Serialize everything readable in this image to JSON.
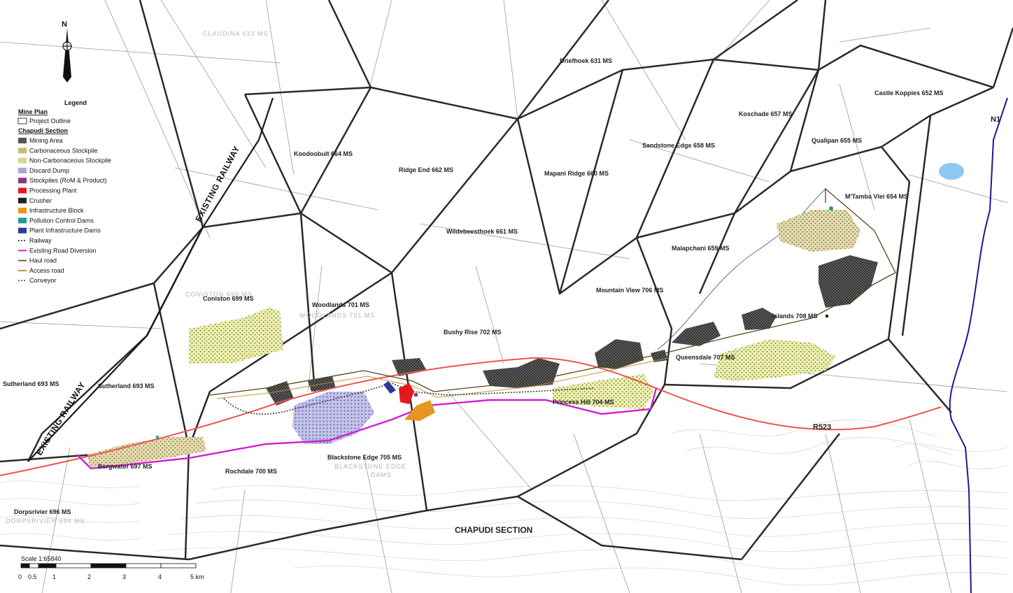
{
  "legend": {
    "title": "Legend",
    "mine_plan_header": "Mine Plan",
    "project_outline": "Project Outline",
    "section_header": "Chapudi Section",
    "items": [
      {
        "label": "Mining Area",
        "color": "#555555"
      },
      {
        "label": "Carbonaceous Stockpile",
        "color": "#c8b87a"
      },
      {
        "label": "Non-Carbonaceous Stockpile",
        "color": "#d8d890"
      },
      {
        "label": "Discard Dump",
        "color": "#a8a8d8"
      },
      {
        "label": "Stockpiles (RoM & Product)",
        "color": "#8b3a8b"
      },
      {
        "label": "Processing Plant",
        "color": "#e31a1c"
      },
      {
        "label": "Crusher",
        "color": "#222222"
      },
      {
        "label": "Infrastructure Block",
        "color": "#e6961e"
      },
      {
        "label": "Pollution Control Dams",
        "color": "#1a9a9a"
      },
      {
        "label": "Plant Infrastructure Dams",
        "color": "#2b3a9c"
      }
    ],
    "lines": [
      {
        "label": "Railway"
      },
      {
        "label": "Existing Road Diversion",
        "color": "#d020d0"
      },
      {
        "label": "Haul road",
        "color": "#4a4a20"
      },
      {
        "label": "Access road",
        "color": "#c09030"
      },
      {
        "label": "Conveyor"
      }
    ]
  },
  "north_arrow": {
    "letter": "N"
  },
  "labels": {
    "railway_upper": "EXISTING RAILWAY",
    "railway_lower": "EXISTING RAILWAY",
    "road_r523": "R523",
    "road_n1": "N1",
    "section_title": "CHAPUDI SECTION"
  },
  "farms": [
    "Driefhoek 631 MS",
    "Castle Koppies 652 MS",
    "Koschade 657 MS",
    "Koodoobult 664 MS",
    "Sandstone Edge 658 MS",
    "Qualipan 655 MS",
    "Ridge End 662 MS",
    "Mapani Ridge 660 MS",
    "M'Tamba Vlei 654 MS",
    "Wildebeesthoek 661 MS",
    "Malapchani 659 MS",
    "Mountain View 706 MS",
    "Coniston 699 MS",
    "Woodlands 701 MS",
    "Islands 708 MS",
    "Bushy Rise 702 MS",
    "Queensdale 707 MS",
    "Sutherland 693 MS",
    "Sutherland 693 MS",
    "Princess Hill 704 MS",
    "Blackstone Edge 705 MS",
    "Bergwater 697 MS",
    "Rochdale 700 MS",
    "Dorpsrivier 696 MS"
  ],
  "faint_labels": [
    "CLAUDINA 633 MS",
    "CONISTON 699 MS",
    "WOODLANDS 701 MS",
    "DORPSRIVIER 696 MS",
    "BLACKSTONE EDGE",
    "DAMS"
  ],
  "scale": {
    "label": "Scale 1:65840",
    "ticks": [
      "0",
      "0.5",
      "1",
      "2",
      "3",
      "4",
      "5 km"
    ]
  }
}
